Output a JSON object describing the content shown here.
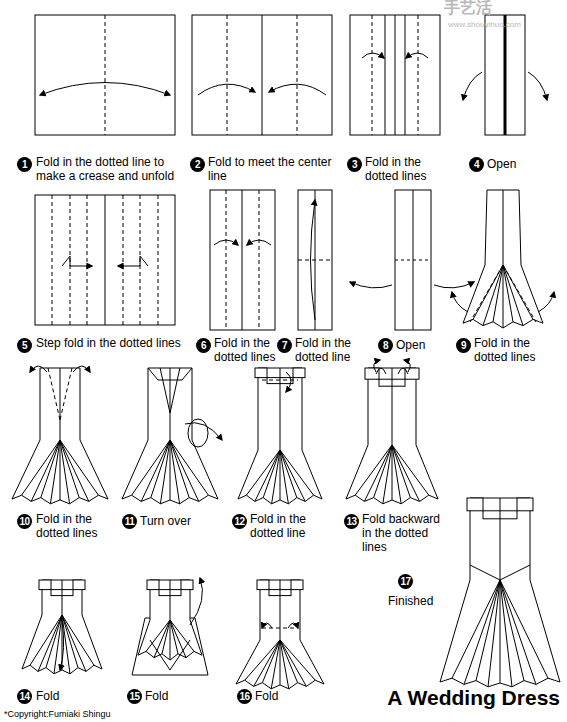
{
  "diagram": {
    "title": "A Wedding Dress",
    "labels": [
      "手艺活",
      "www.shouyihuo.com",
      "1",
      "Fold in the dotted line to make a crease and unfold",
      "2",
      "Fold to meet the center line",
      "3",
      "Fold in the dotted lines",
      "4",
      "Open",
      "5",
      "Step fold in the dotted lines",
      "6",
      "Fold in the dotted lines",
      "7",
      "Fold in the dotted line",
      "8",
      "Open",
      "9",
      "Fold in the dotted lines",
      "10",
      "Fold in the dotted lines",
      "11",
      "Turn over",
      "12",
      "Fold in the dotted line",
      "13",
      "Fold backward in the dotted lines",
      "14",
      "Fold",
      "15",
      "Fold",
      "16",
      "Fold",
      "17",
      "Finished",
      "*Copyright:Fumiaki Shingu"
    ]
  }
}
